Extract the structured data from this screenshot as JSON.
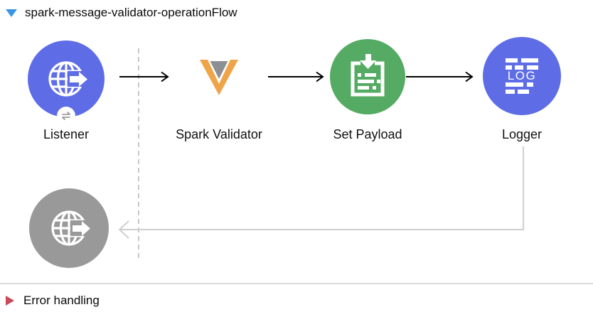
{
  "header": {
    "title": "spark-message-validator-operationFlow"
  },
  "flow": {
    "nodes": [
      {
        "label": "Listener",
        "icon": "globe-arrow-icon",
        "badge_icon": "swap-arrows-icon",
        "color": "#5e6ce6"
      },
      {
        "label": "Spark Validator",
        "icon": "veeva-v-icon",
        "icon_colors": {
          "orange": "#f0a449",
          "gray": "#8d9093"
        }
      },
      {
        "label": "Set Payload",
        "icon": "document-arrow-icon",
        "color": "#55ab63"
      },
      {
        "label": "Logger",
        "icon": "log-lines-icon",
        "icon_text": "LOG",
        "color": "#5e6ce6"
      }
    ]
  },
  "error_flow": {
    "node": {
      "icon": "globe-arrow-icon",
      "color": "#999999"
    }
  },
  "footer": {
    "label": "Error handling"
  },
  "colors": {
    "header_expander": "#3a95e6",
    "footer_expander": "#c8495a",
    "connector_black": "#000000",
    "return_connector_gray": "#cfcfcf",
    "scope_dashed_line": "#c8c8c8",
    "divider": "#d9d9d9",
    "canvas_background": "#ffffff"
  }
}
